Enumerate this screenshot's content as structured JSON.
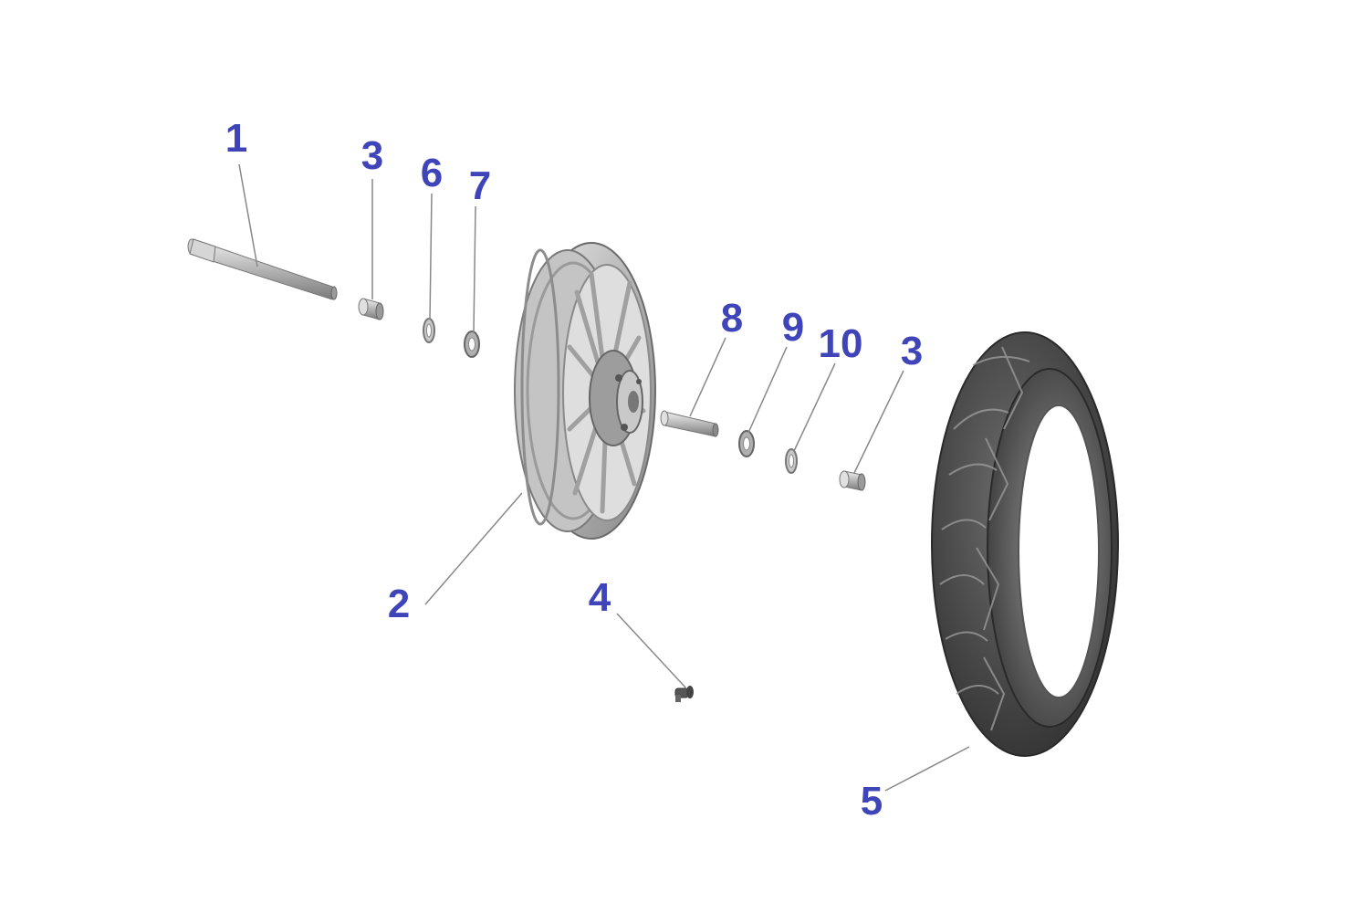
{
  "colors": {
    "label": "#3f45b8",
    "leader": "#888888",
    "part_light": "#d9d9d9",
    "part_mid": "#a6a6a6",
    "part_dark": "#6b6b6b",
    "tire": "#4a4a4a"
  },
  "callouts": [
    {
      "id": "axle",
      "text": "1"
    },
    {
      "id": "spacer-left",
      "text": "3"
    },
    {
      "id": "seal-6",
      "text": "6"
    },
    {
      "id": "bearing-7",
      "text": "7"
    },
    {
      "id": "wheel-rim",
      "text": "2"
    },
    {
      "id": "valve",
      "text": "4"
    },
    {
      "id": "hub-spacer",
      "text": "8"
    },
    {
      "id": "bearing-9",
      "text": "9"
    },
    {
      "id": "seal-10",
      "text": "10"
    },
    {
      "id": "spacer-right",
      "text": "3"
    },
    {
      "id": "tire",
      "text": "5"
    }
  ]
}
